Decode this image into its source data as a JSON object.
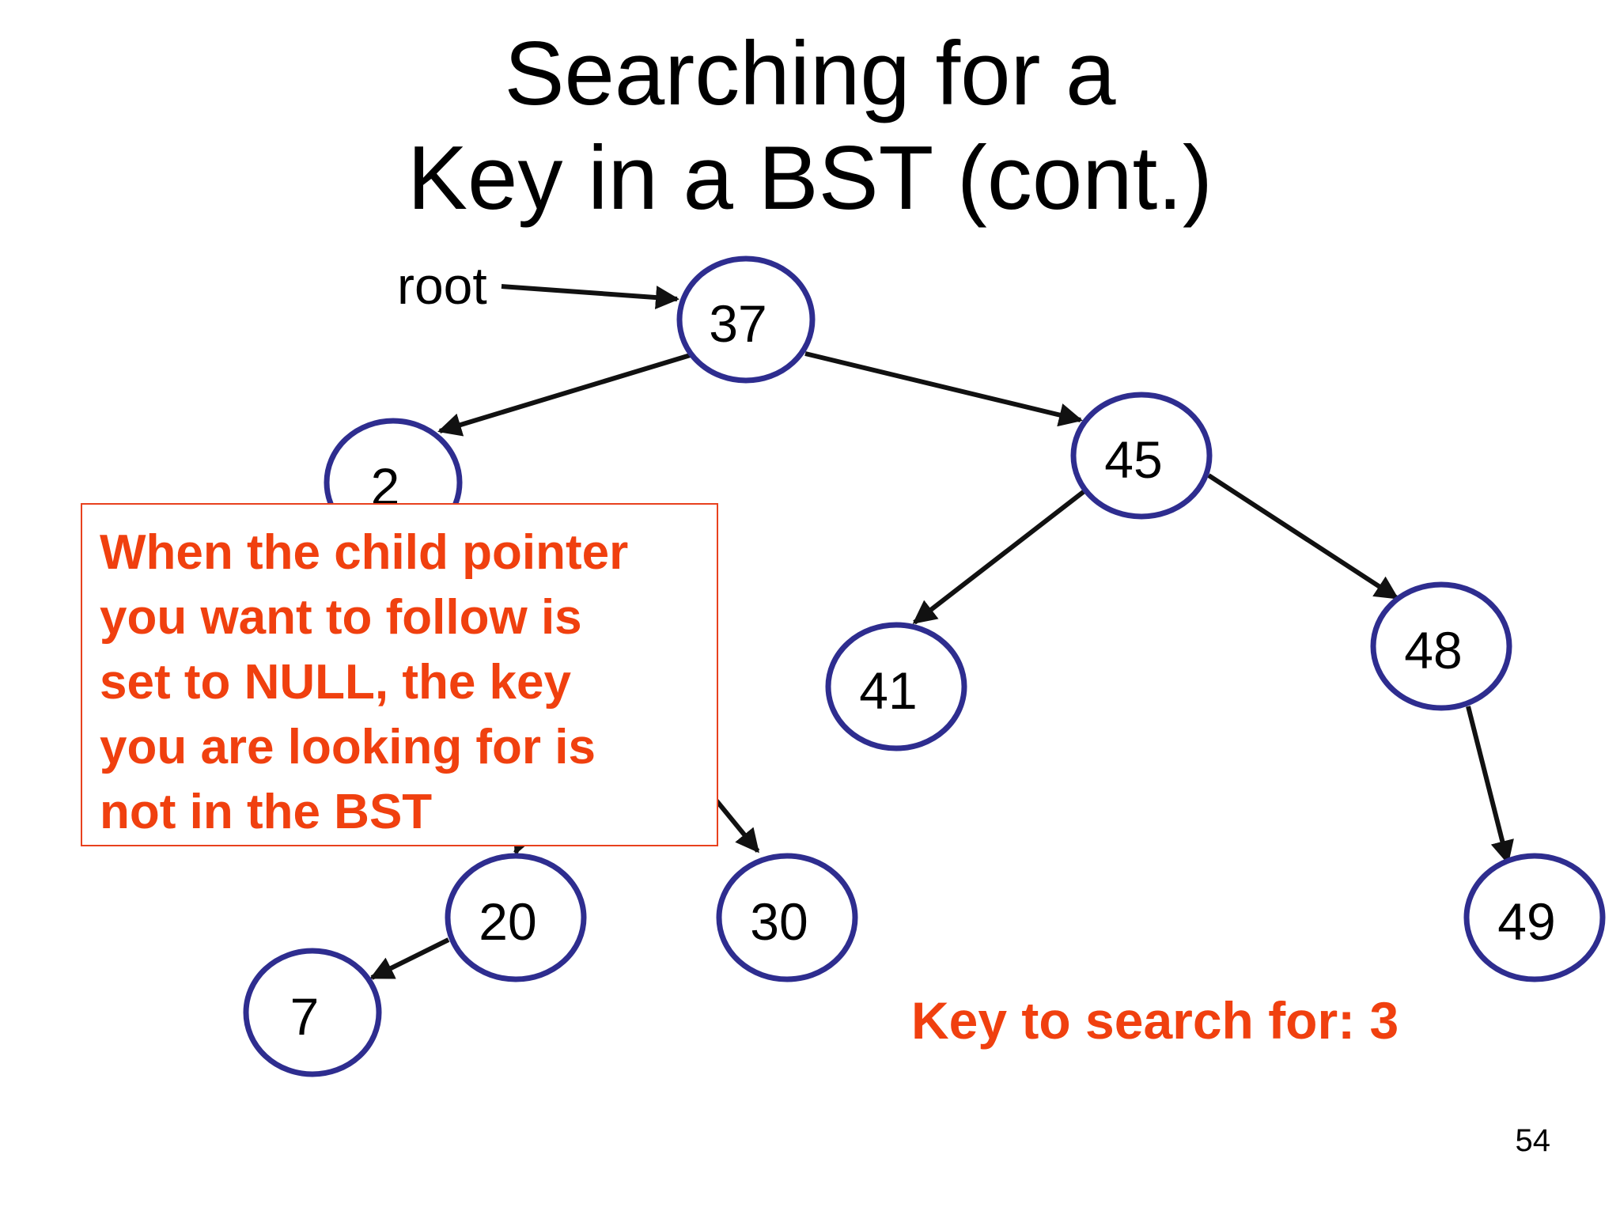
{
  "title": {
    "line1": "Searching for a",
    "line2": "Key in a BST (cont.)"
  },
  "diagram": {
    "root_label": "root",
    "nodes": [
      {
        "id": "n37",
        "label": "37"
      },
      {
        "id": "n2",
        "label": "2"
      },
      {
        "id": "n45",
        "label": "45"
      },
      {
        "id": "n41",
        "label": "41"
      },
      {
        "id": "n48",
        "label": "48"
      },
      {
        "id": "n20",
        "label": "20"
      },
      {
        "id": "n30",
        "label": "30"
      },
      {
        "id": "n49",
        "label": "49"
      },
      {
        "id": "n7",
        "label": "7"
      }
    ],
    "edges": [
      {
        "from": "n37",
        "to": "n2"
      },
      {
        "from": "n37",
        "to": "n45"
      },
      {
        "from": "n45",
        "to": "n41"
      },
      {
        "from": "n45",
        "to": "n48"
      },
      {
        "from": "n48",
        "to": "n49"
      },
      {
        "from": "n20",
        "to": "n7"
      }
    ],
    "node_stroke_color": "#2e2d8f",
    "edge_color": "#111111"
  },
  "callout": {
    "text": "When the child pointer\nyou want to follow is\nset to NULL, the key\nyou are looking for is\nnot in the BST",
    "color": "#f0400f"
  },
  "search_note": "Key to search for: 3",
  "page_number": "54"
}
